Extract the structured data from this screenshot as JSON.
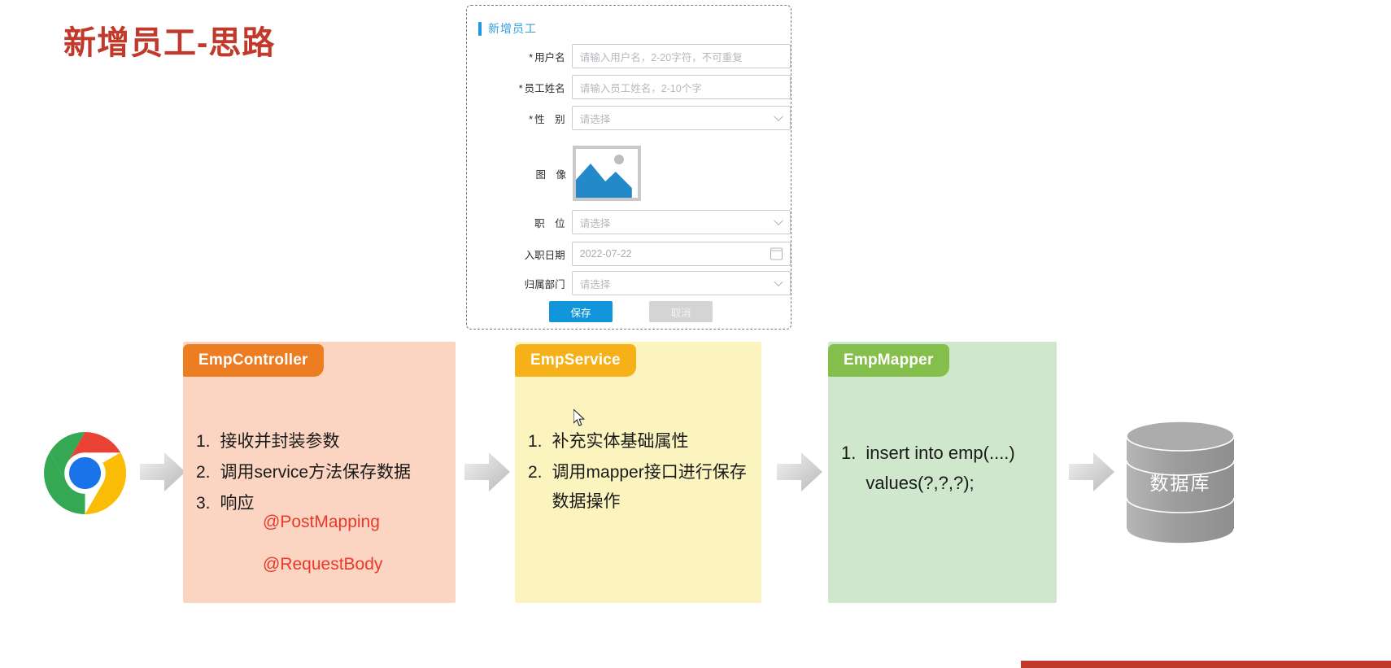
{
  "slide": {
    "title": "新增员工-思路",
    "title_color": "#c0392b"
  },
  "form": {
    "header_title": "新增员工",
    "accent_color": "#2196e3",
    "fields": [
      {
        "label": "用户名",
        "required": true,
        "type": "text",
        "value": "",
        "placeholder": "请输入用户名，2-20字符，不可重复"
      },
      {
        "label": "员工姓名",
        "required": true,
        "type": "text",
        "value": "",
        "placeholder": "请输入员工姓名，2-10个字"
      },
      {
        "label": "性　别",
        "required": true,
        "type": "select",
        "value": "",
        "placeholder": "请选择"
      },
      {
        "label": "图　像",
        "required": false,
        "type": "image",
        "value": "",
        "placeholder": ""
      },
      {
        "label": "职　位",
        "required": false,
        "type": "select",
        "value": "",
        "placeholder": "请选择"
      },
      {
        "label": "入职日期",
        "required": false,
        "type": "date",
        "value": "",
        "placeholder": "2022-07-22"
      },
      {
        "label": "归属部门",
        "required": false,
        "type": "select",
        "value": "",
        "placeholder": "请选择"
      }
    ],
    "save_label": "保存",
    "cancel_label": "取消",
    "save_color": "#1296db",
    "cancel_color": "#d4d4d4"
  },
  "flow": {
    "controller": {
      "title": "EmpController",
      "tab_color": "#ed7d21",
      "body_color": "#fbd5c2",
      "items": [
        {
          "num": "1.",
          "text": "接收并封装参数"
        },
        {
          "num": "2.",
          "text": "调用service方法保存数据"
        },
        {
          "num": "3.",
          "text": "响应"
        }
      ],
      "annotations": [
        "@PostMapping",
        "@RequestBody"
      ],
      "annotation_color": "#e8392b"
    },
    "service": {
      "title": "EmpService",
      "tab_color": "#f6b119",
      "body_color": "#fbf4be",
      "items": [
        {
          "num": "1.",
          "text": "补充实体基础属性"
        },
        {
          "num": "2.",
          "text": "调用mapper接口进行保存数据操作"
        }
      ]
    },
    "mapper": {
      "title": "EmpMapper",
      "tab_color": "#85bf4b",
      "body_color": "#cfe8cd",
      "items": [
        {
          "num": "1.",
          "text": "insert into emp(....) values(?,?,?);"
        }
      ]
    },
    "database_label": "数据库"
  },
  "icons": {
    "browser": "chrome-logo",
    "arrow": "arrow-right-icon",
    "database": "database-cylinder-icon",
    "cursor": "mouse-cursor"
  }
}
